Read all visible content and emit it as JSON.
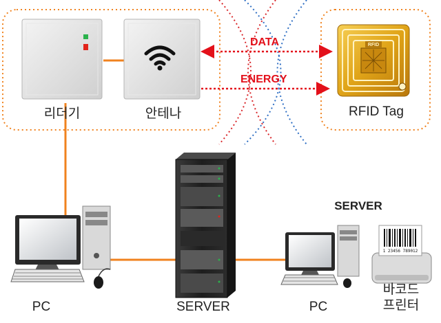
{
  "labels": {
    "reader": "리더기",
    "antenna": "안테나",
    "rfid_tag": "RFID Tag",
    "tag_chip_text": "RFID",
    "pc_left": "PC",
    "server_bottom": "SERVER",
    "pc_right": "PC",
    "server_heading": "SERVER",
    "barcode_printer_line1": "바코드",
    "barcode_printer_line2": "프린터",
    "barcode_number": "1 23456 789012"
  },
  "flows": {
    "data": "DATA",
    "energy": "ENERGY"
  },
  "colors": {
    "connector": "#f0821e",
    "group_border": "#f0821e",
    "flow_arrow": "#e3101a",
    "wave_red": "#d9262a",
    "wave_blue": "#2f6fc4",
    "tag_gold": "#e0a418",
    "led_green": "#2bb24c",
    "led_red": "#e2231a"
  },
  "icons": [
    "wifi-icon",
    "rfid-tag-icon",
    "server-rack-icon",
    "desktop-pc-icon",
    "barcode-printer-icon"
  ]
}
